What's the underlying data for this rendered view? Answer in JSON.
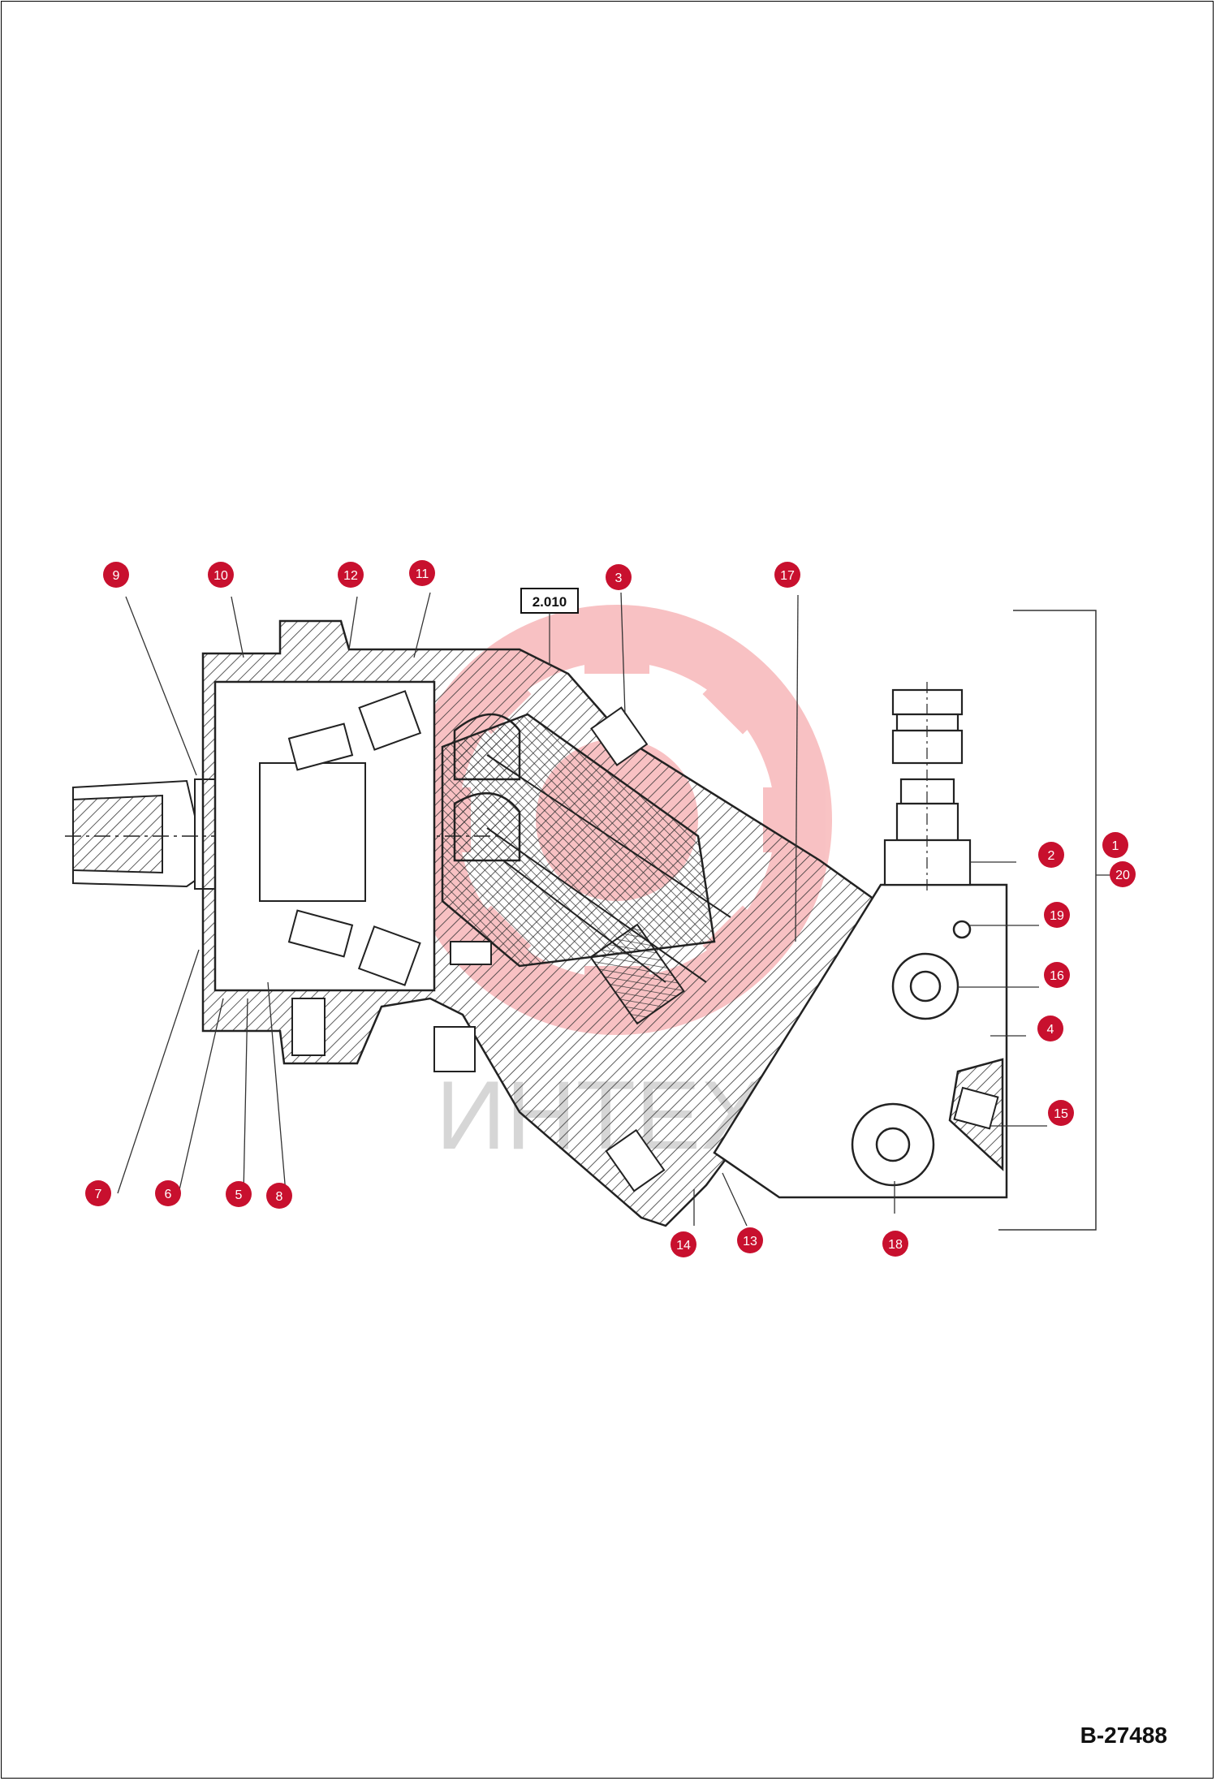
{
  "document_code": "B-27488",
  "reference_box": "2.010",
  "watermark_text": "ИНТЕХ",
  "badge_color": "#c8102e",
  "callouts": [
    "1",
    "2",
    "3",
    "4",
    "5",
    "6",
    "7",
    "8",
    "9",
    "10",
    "11",
    "12",
    "13",
    "14",
    "15",
    "16",
    "17",
    "18",
    "19",
    "20"
  ]
}
